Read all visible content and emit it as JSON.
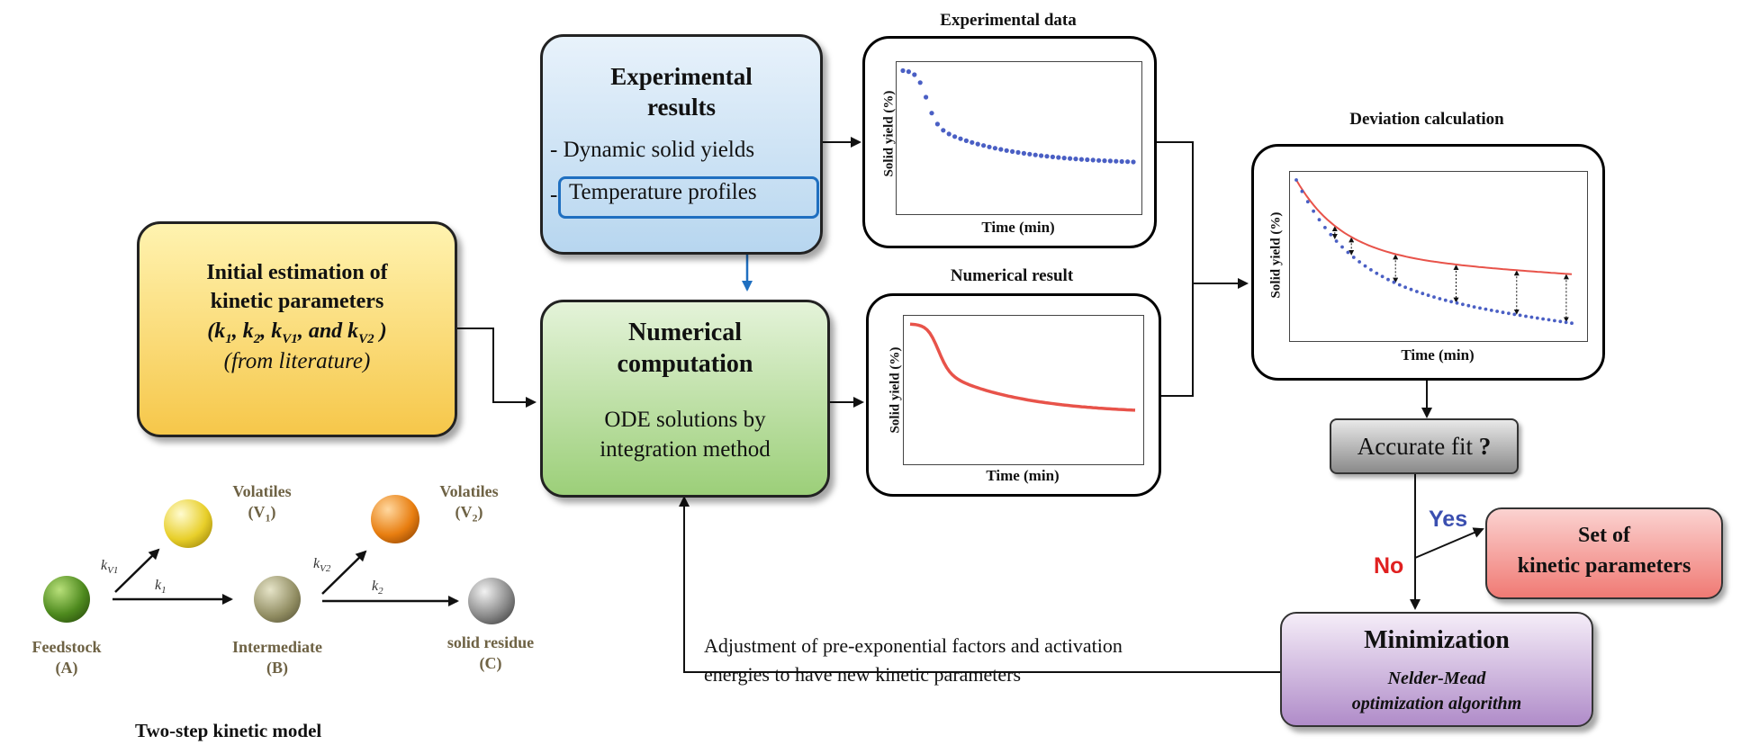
{
  "experimental_box": {
    "title_line1": "Experimental",
    "title_line2": "results",
    "item1": "- Dynamic solid yields",
    "item2_prefix": "-",
    "item2": "Temperature profiles"
  },
  "initial_box": {
    "line1": "Initial estimation of",
    "line2": "kinetic parameters",
    "params": "(k1, k2, kV1, and kV2 )",
    "source": "(from literature)"
  },
  "numerical_box": {
    "title_line1": "Numerical",
    "title_line2": "computation",
    "line3": "ODE solutions by",
    "line4": "integration method"
  },
  "plots": {
    "experimental": {
      "title": "Experimental data",
      "ylabel": "Solid yield (%)",
      "xlabel": "Time (min)"
    },
    "numerical": {
      "title": "Numerical result",
      "ylabel": "Solid yield (%)",
      "xlabel": "Time (min)"
    },
    "deviation": {
      "title": "Deviation calculation",
      "ylabel": "Solid yield (%)",
      "xlabel": "Time (min)"
    }
  },
  "decision": {
    "label": "Accurate fit",
    "mark": "?"
  },
  "branches": {
    "yes": "Yes",
    "no": "No"
  },
  "result_box": {
    "line1": "Set of",
    "line2": "kinetic parameters"
  },
  "minimization_box": {
    "title": "Minimization",
    "line1": "Nelder-Mead",
    "line2": "optimization algorithm"
  },
  "feedback_text": {
    "line1": "Adjustment of pre-exponential factors and activation",
    "line2": "energies to have new kinetic parameters"
  },
  "kinetic_model": {
    "caption": "Two-step kinetic model",
    "feedstock": {
      "name": "Feedstock",
      "symbol": "(A)"
    },
    "intermediate": {
      "name": "Intermediate",
      "symbol": "(B)"
    },
    "residue": {
      "name": "solid residue",
      "symbol": "(C)"
    },
    "volatiles1": {
      "name": "Volatiles",
      "symbol": "(V1)"
    },
    "volatiles2": {
      "name": "Volatiles",
      "symbol": "(V2)"
    },
    "rate_labels": {
      "kV1": "kV1",
      "k1": "k1",
      "kV2": "kV2",
      "k2": "k2"
    }
  },
  "colors": {
    "experimental_blue": "#4a5fc4",
    "numerical_red": "#e8534a",
    "yes_blue": "#3b4fb0",
    "no_red": "#e02020",
    "arrow_blue": "#1f6fc0"
  }
}
